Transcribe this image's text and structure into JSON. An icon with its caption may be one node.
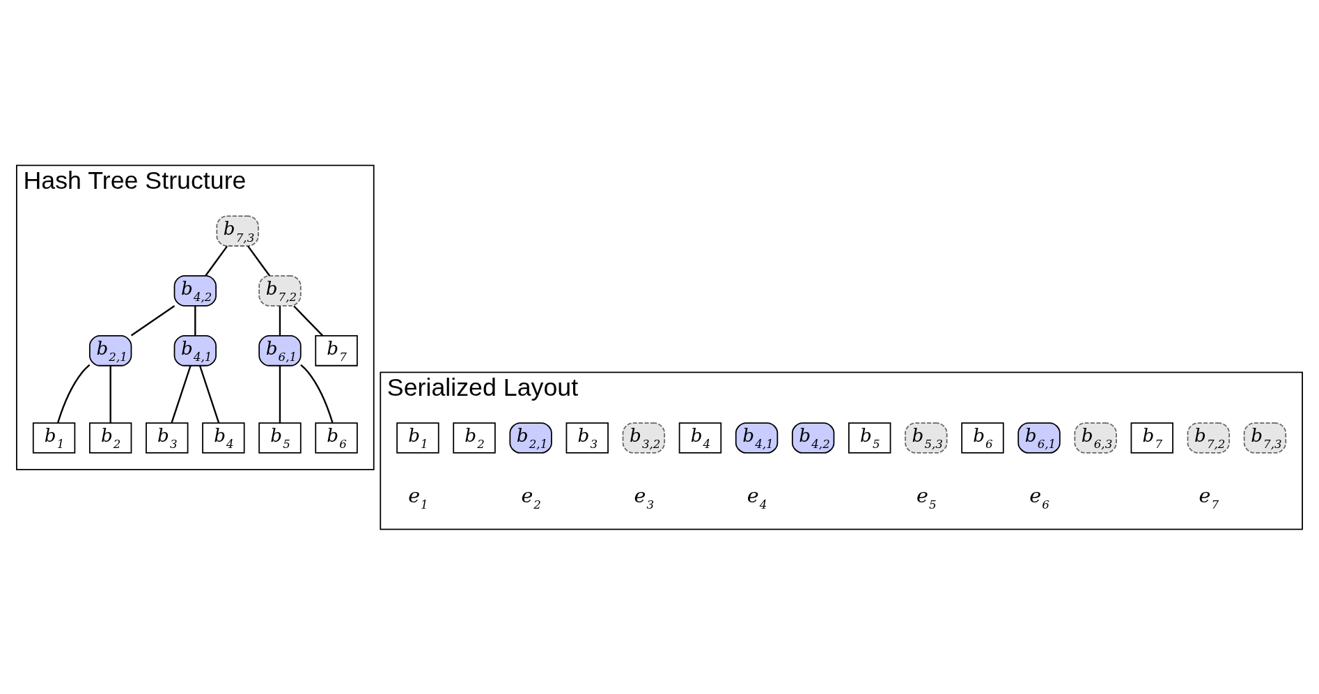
{
  "diagram": {
    "nodes": [
      {
        "text": [
          "Hash Tree Structure"
        ]
      },
      {
        "text": [
          "b$_{7,3}$"
        ],
        "in": 0
      },
      {
        "text": [
          "b$_{4,2}$"
        ],
        "in": 0
      },
      {
        "text": [
          "b$_{7,2}$"
        ],
        "in": 0
      },
      {
        "text": [
          "b$_{2,1}$"
        ],
        "in": 0
      },
      {
        "text": [
          "b$_{4,1}$"
        ],
        "in": 0
      },
      {
        "text": [
          "b$_{6,1}$"
        ],
        "in": 0
      },
      {
        "text": [
          "b$_{1}$"
        ],
        "in": 0
      },
      {
        "text": [
          "b$_{2}$"
        ],
        "in": 0
      },
      {
        "text": [
          "b$_{3}$"
        ],
        "in": 0
      },
      {
        "text": [
          "b$_{4}$"
        ],
        "in": 0
      },
      {
        "text": [
          "b$_{5}$"
        ],
        "in": 0
      },
      {
        "text": [
          "b$_{6}$"
        ],
        "in": 0
      },
      {
        "text": [
          "b$_{7}$"
        ],
        "in": 0
      },
      {
        "text": [
          "Serialized Layout"
        ]
      },
      {
        "text": [
          "b$_{1}$"
        ],
        "in": 14
      },
      {
        "text": [
          "b$_{2}$"
        ],
        "in": 14
      },
      {
        "text": [
          "b$_{2,1}$"
        ],
        "in": 14
      },
      {
        "text": [
          "b$_{3}$"
        ],
        "in": 14
      },
      {
        "text": [
          "b$_{3,2}$"
        ],
        "in": 14
      },
      {
        "text": [
          "b$_{4}$"
        ],
        "in": 14
      },
      {
        "text": [
          "b$_{4,1}$"
        ],
        "in": 14
      },
      {
        "text": [
          "b$_{4,2}$"
        ],
        "in": 14
      },
      {
        "text": [
          "b$_{5}$"
        ],
        "in": 14
      },
      {
        "text": [
          "b$_{5,3}$"
        ],
        "in": 14
      },
      {
        "text": [
          "b$_{6}$"
        ],
        "in": 14
      },
      {
        "text": [
          "b$_{6,1}$"
        ],
        "in": 14
      },
      {
        "text": [
          "b$_{6,3}$"
        ],
        "in": 14
      },
      {
        "text": [
          "b$_{7}$"
        ],
        "in": 14
      },
      {
        "text": [
          "b$_{7,2}$"
        ],
        "in": 14
      },
      {
        "text": [
          "b$_{7,3}$"
        ],
        "in": 14
      }
    ],
    "edges": [
      {
        "from": 1,
        "to": 2,
        "arrow": "none"
      },
      {
        "from": 1,
        "to": 3,
        "arrow": "none"
      },
      {
        "from": 2,
        "to": 4,
        "arrow": "none"
      },
      {
        "from": 2,
        "to": 5,
        "arrow": "none"
      },
      {
        "from": 3,
        "to": 6,
        "arrow": "none"
      },
      {
        "from": 3,
        "to": 13,
        "arrow": "none"
      },
      {
        "from": 4,
        "to": 7,
        "arrow": "none"
      },
      {
        "from": 4,
        "to": 8,
        "arrow": "none"
      },
      {
        "from": 5,
        "to": 9,
        "arrow": "none"
      },
      {
        "from": 5,
        "to": 10,
        "arrow": "none"
      },
      {
        "from": 6,
        "to": 11,
        "arrow": "none"
      },
      {
        "from": 6,
        "to": 12,
        "arrow": "none"
      }
    ],
    "labels": [
      "e$_{1}$",
      "e$_{2}$",
      "e$_{3}$",
      "e$_{4}$",
      "e$_{5}$",
      "e$_{6}$",
      "e$_{7}$"
    ]
  }
}
